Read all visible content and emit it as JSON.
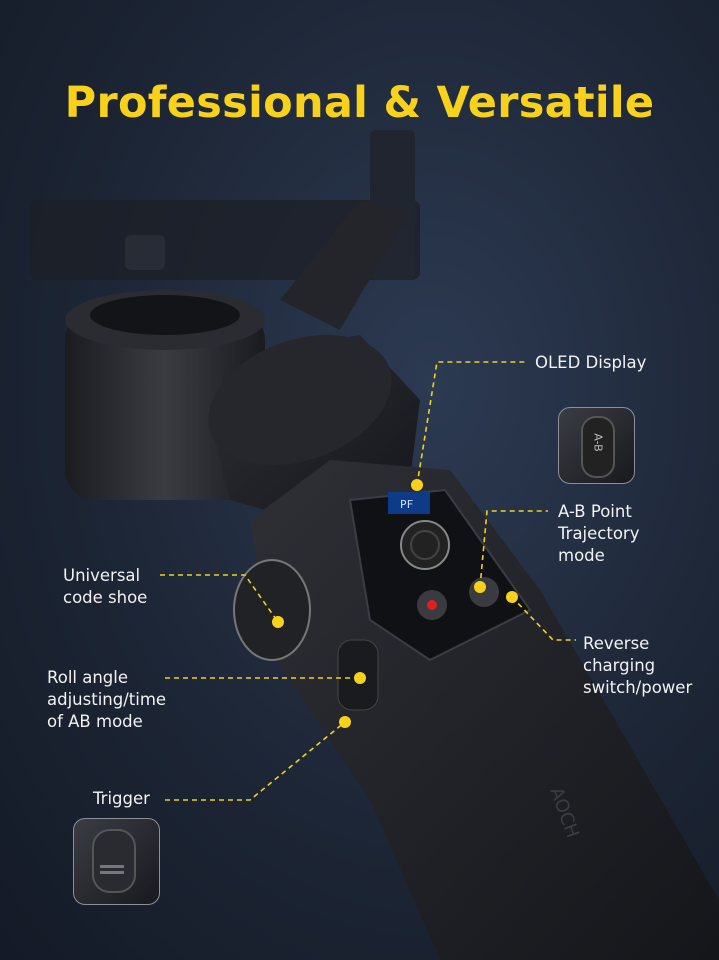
{
  "title": "Professional & Versatile",
  "accent_color": "#f8d21a",
  "labels": {
    "oled_display": "OLED Display",
    "ab_point": "A-B Point\nTrajectory\nmode",
    "reverse_charging": "Reverse\ncharging\nswitch/power",
    "universal_shoe": "Universal\ncode shoe",
    "roll_angle": "Roll angle\nadjusting/time\nof AB mode",
    "trigger": "Trigger"
  },
  "device": {
    "display_text": "PF",
    "ab_button_text": "A-B",
    "brand_text": "AOCH"
  }
}
